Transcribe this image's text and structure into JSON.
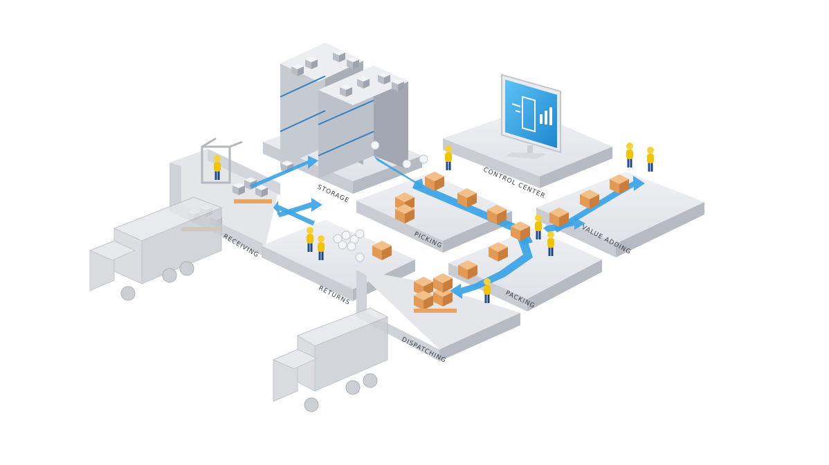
{
  "zones": {
    "storage": "STORAGE",
    "receiving": "RECEIVING",
    "picking": "PICKING",
    "control_center": "CONTROL CENTER",
    "value_adding": "VALUE ADDING",
    "returns": "RETURNS",
    "packing": "PACKING",
    "dispatching": "DISPATCHING"
  },
  "colors": {
    "platform_top": "#e6e8ec",
    "platform_side": "#c9ccd3",
    "flow_arrow": "#3aa3e6",
    "carton": "#e8a35e",
    "worker_body": "#f2c400",
    "worker_legs": "#1e4e8c",
    "monitor_screen": "#2a9fe0",
    "truck": "#d3d5da"
  }
}
